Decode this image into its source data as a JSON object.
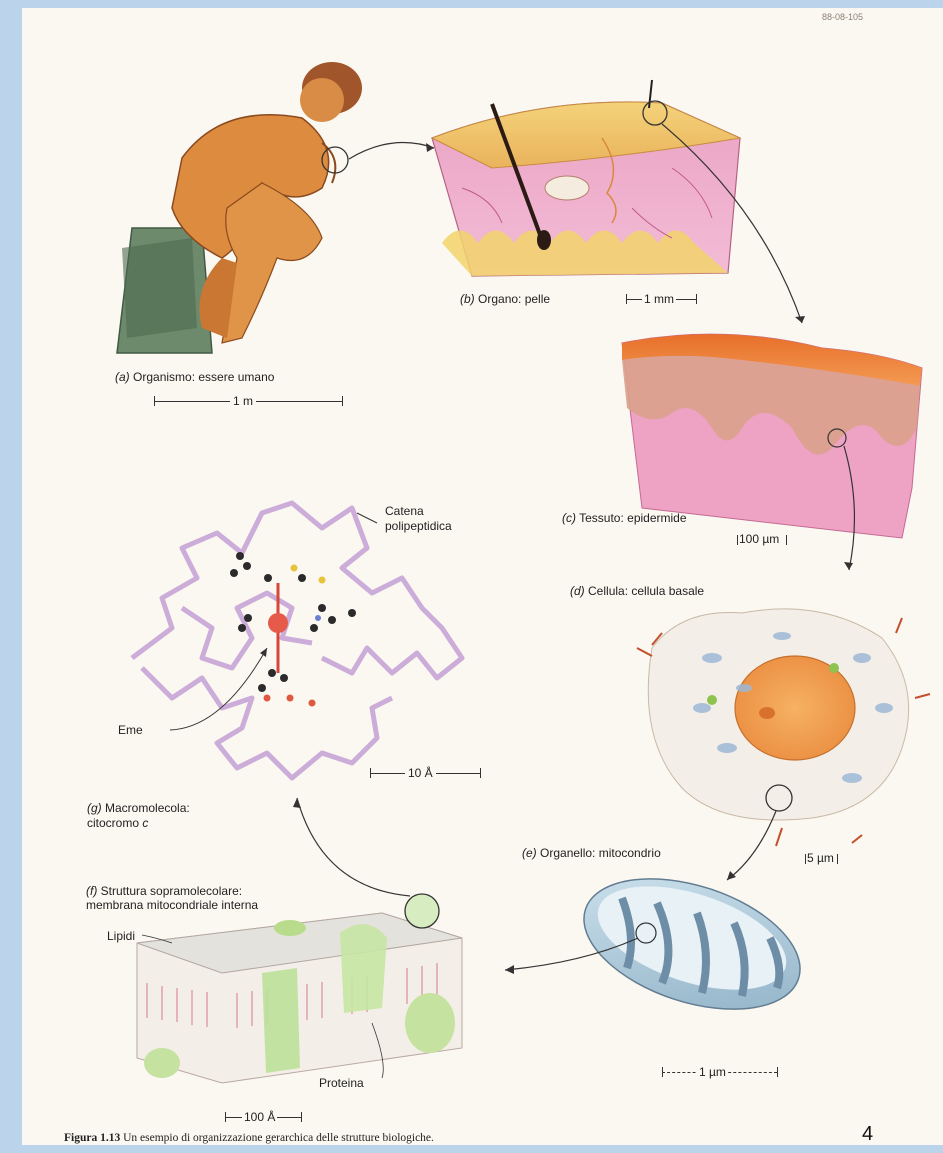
{
  "header_code": "88-08-105",
  "panels": {
    "a": {
      "letter": "(a)",
      "text": "Organismo: essere umano",
      "scale": "1 m"
    },
    "b": {
      "letter": "(b)",
      "text": "Organo: pelle",
      "scale": "1 mm"
    },
    "c": {
      "letter": "(c)",
      "text": "Tessuto: epidermide",
      "scale": "100 µm"
    },
    "d": {
      "letter": "(d)",
      "text": "Cellula: cellula basale",
      "scale": "5 µm"
    },
    "e": {
      "letter": "(e)",
      "text": "Organello: mitocondrio",
      "scale": "1 µm"
    },
    "f": {
      "letter": "(f)",
      "text_line1": "Struttura sopramolecolare:",
      "text_line2": "membrana mitocondriale interna",
      "scale": "100 Å",
      "label_lipids": "Lipidi",
      "label_protein": "Proteina"
    },
    "g": {
      "letter": "(g)",
      "text_line1": "Macromolecola:",
      "text_line2": "citocromo",
      "text_italic": "c",
      "scale": "10 Å",
      "label_chain_1": "Catena",
      "label_chain_2": "polipeptidica",
      "label_heme": "Eme"
    }
  },
  "caption": {
    "bold": "Figura 1.13",
    "text": "Un esempio di organizzazione gerarchica delle strutture biologiche."
  },
  "page_number": "4"
}
